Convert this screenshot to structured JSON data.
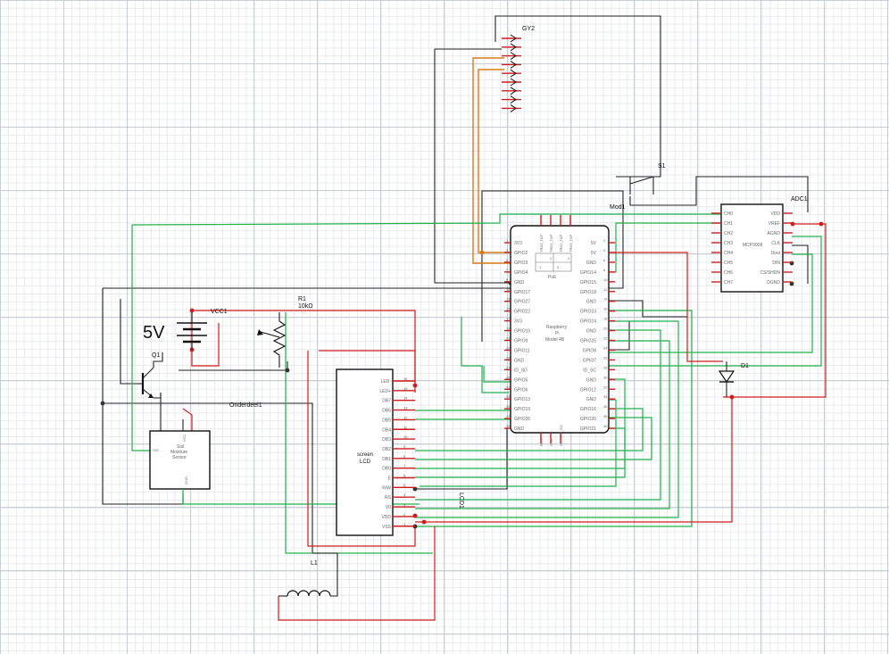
{
  "labels": {
    "gy2": "GY2",
    "s1": "S1",
    "mod1": "Mod1",
    "adc1": "ADC1",
    "adc_chip": "MCP3008",
    "q1": "Q1",
    "five_v": "5V",
    "vcc1": "VCC1",
    "r1": "R1",
    "r1_value": "10kΩ",
    "d1": "D1",
    "onderdeel": "Onderdeel1",
    "l1": "L1",
    "lcd1": "LCD1",
    "lcd_title1": "screen",
    "lcd_title2": "LCD",
    "sensor1": "Soil",
    "sensor2": "Moisture",
    "sensor3": "Sensor",
    "sensor_sig": "SIG",
    "sensor_vcc": "VCC",
    "sensor_gnd": "GND",
    "pi1": "Raspberry",
    "pi2": "Pi",
    "pi3": "Model 4B",
    "poe": "PoE"
  },
  "pi_left_pins": [
    "3V3",
    "GPIO2",
    "GPIO3",
    "GPIO4",
    "GND",
    "GPIO17",
    "GPIO27",
    "GPIO22",
    "3V3",
    "GPIO10",
    "GPIO9",
    "GPIO11",
    "GND",
    "ID_SD",
    "GPIO5",
    "GPIO6",
    "GPIO13",
    "GPIO19",
    "GPIO26",
    "GND"
  ],
  "pi_right_pins": [
    "5V",
    "5V",
    "GND",
    "GPIO14",
    "GPIO15",
    "GPIO18",
    "GND",
    "GPIO23",
    "GPIO24",
    "GND",
    "GPIO25",
    "GPIO8",
    "GPIO7",
    "ID_SC",
    "GND",
    "GPIO12",
    "GND",
    "GPIO16",
    "GPIO20",
    "GPIO21"
  ],
  "pi_top_pins": [
    "TRD0_TAP",
    "TRD1_TAP",
    "TRD2_TAP",
    "TRD3_TAP"
  ],
  "pi_bottom_pins": [
    "RUN",
    "GND",
    "GLOBAL_EN"
  ],
  "lcd_pins": [
    "LED-",
    "LED+",
    "DB7",
    "DB6",
    "DB5",
    "DB4",
    "DB3",
    "DB2",
    "DB1",
    "DB0",
    "E",
    "R/W",
    "RS",
    "V0",
    "VDD",
    "VSS"
  ],
  "adc_left_pins": [
    "CH0",
    "CH1",
    "CH2",
    "CH3",
    "CH4",
    "CH5",
    "CH6",
    "CH7"
  ],
  "adc_right_pins": [
    "VDD",
    "VREF",
    "AGND",
    "CLK",
    "Dout",
    "DIN",
    "CS/SHDN",
    "DGND"
  ],
  "colors": {
    "wire_black": "#222222",
    "wire_green": "#22b14c",
    "wire_red": "#d01c1c",
    "wire_orange": "#d97a1a",
    "grid": "#c9cdd6"
  }
}
